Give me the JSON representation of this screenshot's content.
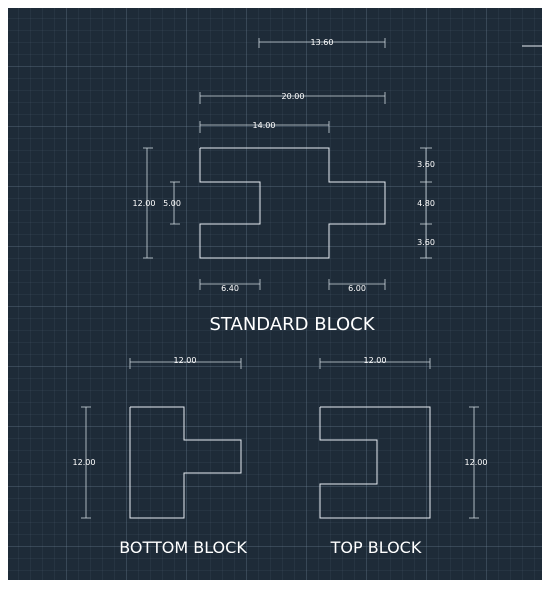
{
  "colors": {
    "background": "#1e2b38",
    "lines": "#e8eef3",
    "text": "#ffffff"
  },
  "standard_block": {
    "title": "STANDARD BLOCK",
    "dims": {
      "top_offset": "13.60",
      "overall_width": "20.00",
      "body_width": "14.00",
      "height": "12.00",
      "notch_height": "5.00",
      "right_top": "3.60",
      "right_mid": "4.80",
      "right_bottom": "3.60",
      "bottom_left": "6.40",
      "bottom_right": "6.00"
    }
  },
  "bottom_block": {
    "title": "BOTTOM BLOCK",
    "dims": {
      "width": "12.00",
      "height": "12.00"
    }
  },
  "top_block": {
    "title": "TOP BLOCK",
    "dims": {
      "width": "12.00",
      "height": "12.00"
    }
  }
}
